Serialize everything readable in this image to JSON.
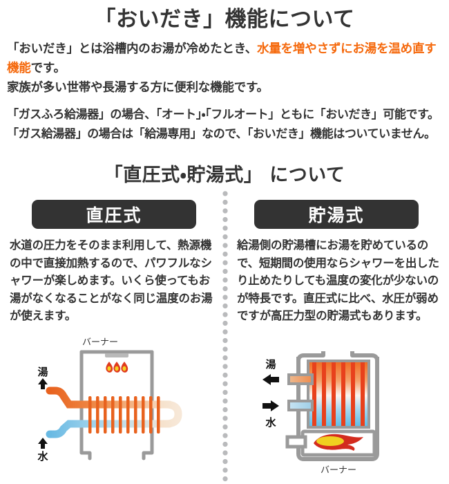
{
  "title": "「おいだき」機能について",
  "intro": {
    "line1_a": "「おいだき」とは浴槽内のお湯が冷めたとき、",
    "line1_hl": "水量を増やさずにお湯を温め直す機能",
    "line1_b": "です。",
    "line2": "家族が多い世帯や長湯する方に便利な機能です。",
    "highlight_color": "#f5680b"
  },
  "intro2": {
    "line1": "「ガスふろ給湯器」の場合、「オート」・「フルオート」ともに「おいだき」可能です。",
    "line2": "「ガス給湯器」の場合は「給湯専用」なので、「おいだき」機能はついていません。"
  },
  "section": {
    "title": "「直圧式・貯湯式」 について",
    "badge_left": "直圧式",
    "badge_right": "貯湯式",
    "badge_bg": "#333333",
    "badge_text_color": "#ffffff"
  },
  "columns": {
    "left_text": "水道の圧力をそのまま利用して、熱源機の中で直接加熱するので、パワフルなシャワーが楽しめます。いくら使ってもお湯がなくなることがなく同じ温度のお湯が使えます。",
    "right_text": "給湯側の貯湯槽にお湯を貯めているので、短期間の使用ならシャワーを出したり止めたりしても温度の変化が少ないのが特長です。直圧式に比べ、水圧が弱めですが高圧力型の貯湯式もあります。"
  },
  "diagram_left": {
    "caption": "バーナー",
    "label_hot": "湯",
    "label_cold": "水",
    "hot_color": "#e8621e",
    "cold_color": "#68b9e3",
    "coil_color": "#e8621e",
    "case_color": "#9a9a9a",
    "flame_outer": "#e03a1e",
    "flame_inner": "#f5d321",
    "flame_count": 3,
    "fin_count": 11
  },
  "diagram_right": {
    "caption": "バーナー",
    "label_hot": "湯",
    "label_cold": "水",
    "hot_color": "#e8915e",
    "cold_color": "#9ecfe8",
    "tank_top_color": "#ef6a1f",
    "tank_bottom_color": "#5bbbe6",
    "bar_color": "#e8411c",
    "case_color": "#9a9a9a",
    "flame_outer": "#d32b1e",
    "flame_inner": "#f0d020",
    "bar_count": 6
  }
}
